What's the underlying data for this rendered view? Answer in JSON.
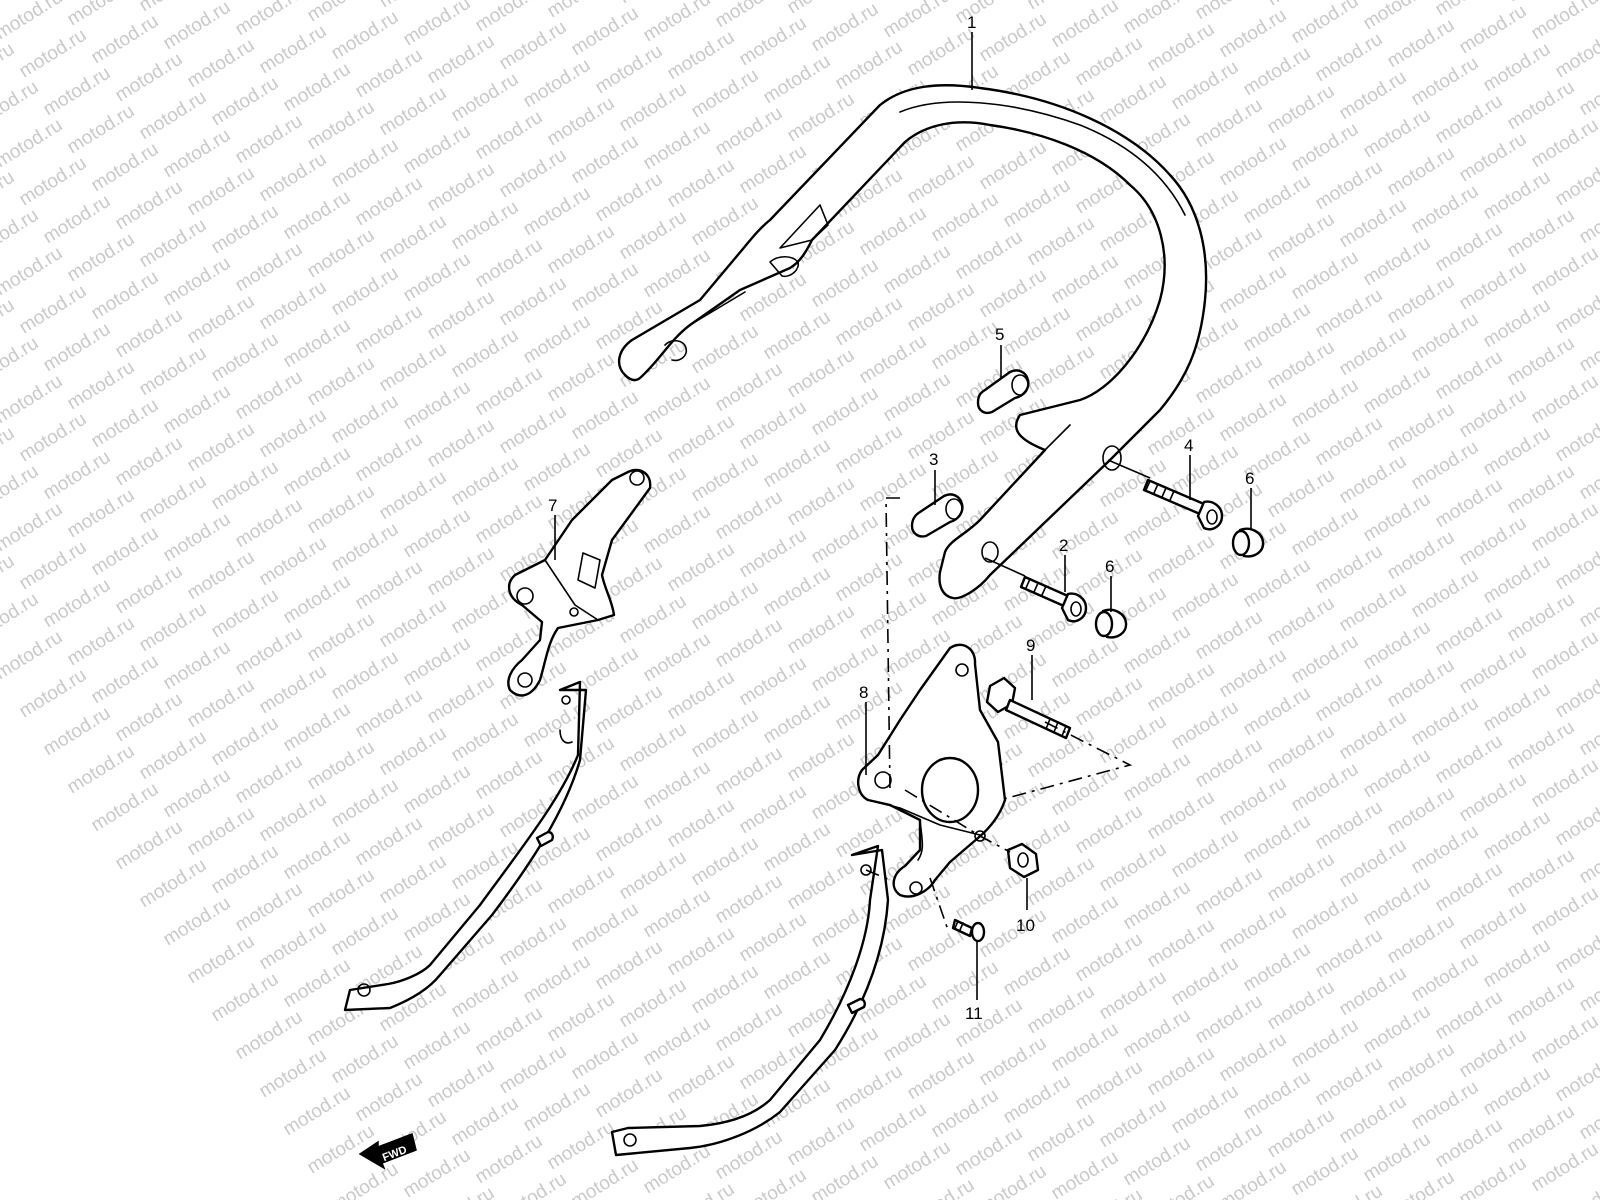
{
  "watermark": {
    "text": "motod.ru",
    "color": "#c9c9c9"
  },
  "callouts": {
    "c1": "1",
    "c2": "2",
    "c3": "3",
    "c4": "4",
    "c5": "5",
    "c6a": "6",
    "c6b": "6",
    "c7": "7",
    "c8": "8",
    "c9": "9",
    "c10": "10",
    "c11": "11"
  },
  "direction_arrow": {
    "label": "FWD"
  },
  "colors": {
    "line": "#000000",
    "background": "#ffffff"
  }
}
